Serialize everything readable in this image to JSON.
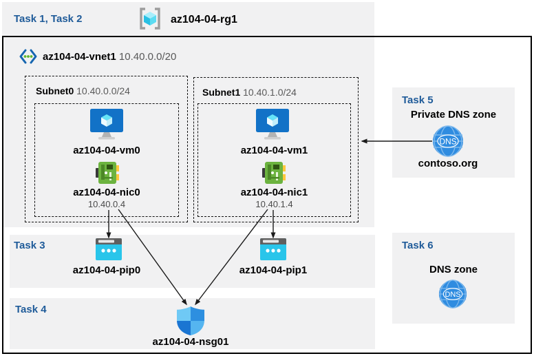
{
  "colors": {
    "task_label_blue": "#1f5b99",
    "band_gray": "#f1f1f2",
    "frame_black": "#000000",
    "cidr_gray": "#595959",
    "pip_cyan": "#29c5ea",
    "nic_green": "#6cb33f",
    "vm_blue": "#1272c7",
    "dns_blue": "#2f8ce0",
    "rg_cube_cyan": "#4ed9f0",
    "shield_blues": [
      "#6fc9f5",
      "#2d8fe0",
      "#1a75d2",
      "#55b5f0"
    ]
  },
  "header": {
    "tasks_label": "Task 1, Task 2",
    "resource_group": "az104-04-rg1"
  },
  "vnet": {
    "name": "az104-04-vnet1",
    "cidr": "10.40.0.0/20"
  },
  "subnets": [
    {
      "name": "Subnet0",
      "cidr": "10.40.0.0/24",
      "vm": "az104-04-vm0",
      "nic": "az104-04-nic0",
      "nic_ip": "10.40.0.4"
    },
    {
      "name": "Subnet1",
      "cidr": "10.40.1.0/24",
      "vm": "az104-04-vm1",
      "nic": "az104-04-nic1",
      "nic_ip": "10.40.1.4"
    }
  ],
  "task3": {
    "label": "Task 3",
    "pip0": "az104-04-pip0",
    "pip1": "az104-04-pip1"
  },
  "task4": {
    "label": "Task 4",
    "nsg": "az104-04-nsg01"
  },
  "task5": {
    "label": "Task 5",
    "title": "Private DNS zone",
    "zone": "contoso.org",
    "dns_icon_text": "DNS"
  },
  "task6": {
    "label": "Task 6",
    "title": "DNS zone",
    "dns_icon_text": "DNS"
  },
  "icons": [
    "resource-group-icon",
    "virtual-network-icon",
    "virtual-machine-icon",
    "network-interface-icon",
    "public-ip-icon",
    "nsg-shield-icon",
    "dns-globe-icon"
  ]
}
